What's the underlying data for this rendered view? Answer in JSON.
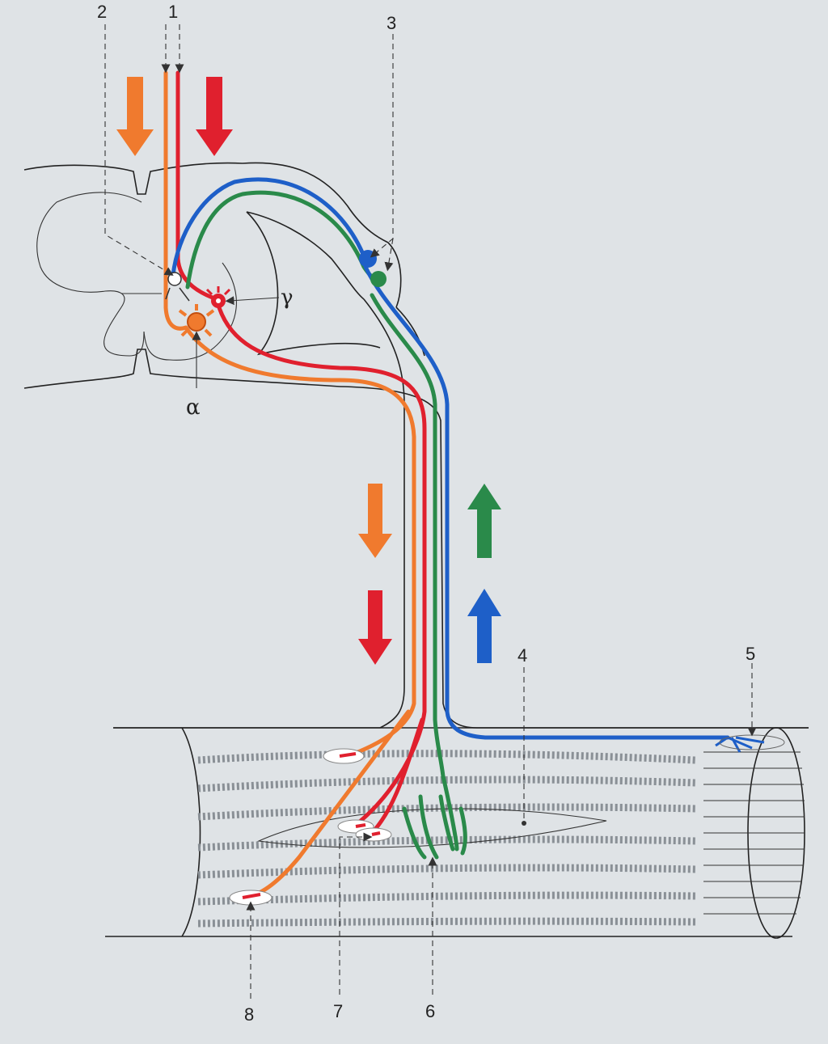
{
  "labels": {
    "l1": "1",
    "l2": "2",
    "l3": "3",
    "l4": "4",
    "l5": "5",
    "l6": "6",
    "l7": "7",
    "l8": "8",
    "alpha": "α",
    "gamma": "γ"
  },
  "colors": {
    "background": "#dfe3e6",
    "alpha_motor": "#f07a2e",
    "gamma_motor": "#e0202e",
    "afferent_blue": "#1e5fc8",
    "afferent_green": "#2a8a4a",
    "outline": "#222222"
  }
}
